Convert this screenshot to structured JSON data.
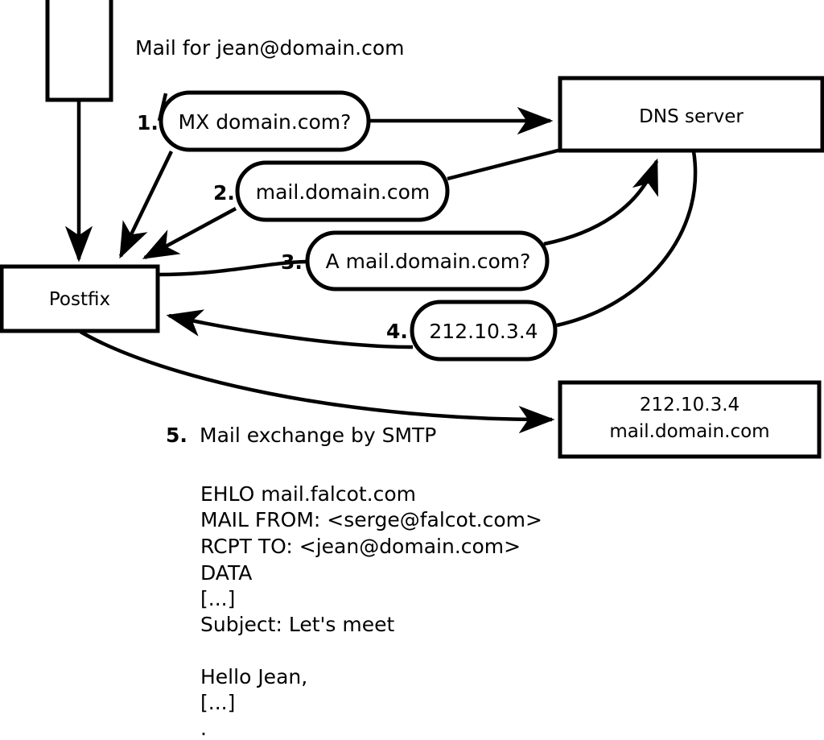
{
  "diagram": {
    "title_label": "Mail for jean@domain.com",
    "nodes": [
      {
        "id": "mail-client",
        "label": ""
      },
      {
        "id": "postfix",
        "label": "Postfix"
      },
      {
        "id": "dns-server",
        "label": "DNS server"
      },
      {
        "id": "remote-mail-server",
        "line1": "212.10.3.4",
        "line2": "mail.domain.com"
      }
    ],
    "steps": [
      {
        "num": "1.",
        "label": "MX domain.com?"
      },
      {
        "num": "2.",
        "label": "mail.domain.com"
      },
      {
        "num": "3.",
        "label": "A mail.domain.com?"
      },
      {
        "num": "4.",
        "label": "212.10.3.4"
      },
      {
        "num": "5.",
        "label": "Mail exchange by SMTP"
      }
    ],
    "smtp_transcript": [
      "EHLO mail.falcot.com",
      "MAIL FROM: <serge@falcot.com>",
      "RCPT TO: <jean@domain.com>",
      "DATA",
      "[...]",
      "Subject: Let's meet",
      "",
      "Hello Jean,",
      "[...]",
      "."
    ],
    "colors": {
      "stroke": "#000000",
      "fill": "#ffffff",
      "text": "#000000"
    }
  }
}
